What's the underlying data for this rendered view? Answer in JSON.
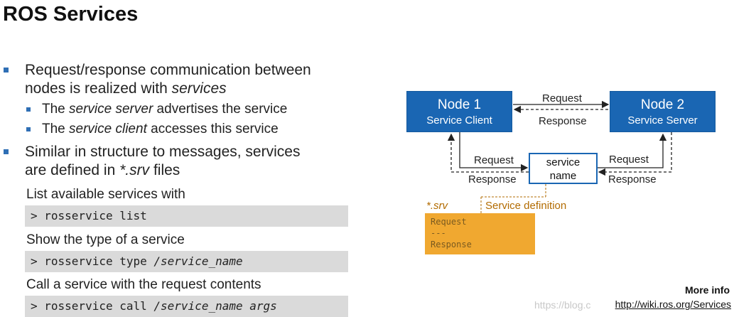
{
  "title": "ROS Services",
  "bullets": {
    "b1_line1": "Request/response communication between",
    "b1_line2_pre": "nodes is realized with ",
    "b1_line2_em": "services",
    "s1_pre": "The ",
    "s1_em": "service server",
    "s1_post": " advertises the service",
    "s2_pre": "The ",
    "s2_em": "service client",
    "s2_post": " accesses this service",
    "b2_line1": "Similar in structure to messages, services",
    "b2_line2_pre": "are defined in ",
    "b2_line2_em": "*.srv",
    "b2_line2_post": " files"
  },
  "commands": {
    "list_label": "List available services with",
    "list_cmd": "> rosservice list",
    "type_label": "Show the type of a service",
    "type_cmd_pre": "> rosservice type ",
    "type_cmd_arg": "/service_name",
    "call_label": "Call a service with the request contents",
    "call_cmd_pre": "> rosservice call ",
    "call_cmd_arg": "/service_name args"
  },
  "diagram": {
    "node1_title": "Node 1",
    "node1_sub": "Service Client",
    "node2_title": "Node 2",
    "node2_sub": "Service Server",
    "top_request": "Request",
    "top_response": "Response",
    "left_request": "Request",
    "left_response": "Response",
    "right_request": "Request",
    "right_response": "Response",
    "service_line1": "service",
    "service_line2": "name",
    "srv_label": "*.srv",
    "service_definition": "Service definition",
    "srv_request": "Request",
    "srv_sep": "---",
    "srv_response": "Response",
    "colors": {
      "node": "#1a66b3",
      "srv": "#f0a830",
      "bullet": "#2f6fb5"
    }
  },
  "footer": {
    "more_info": "More info",
    "link": "http://wiki.ros.org/Services",
    "watermark": "https://blog.c"
  }
}
